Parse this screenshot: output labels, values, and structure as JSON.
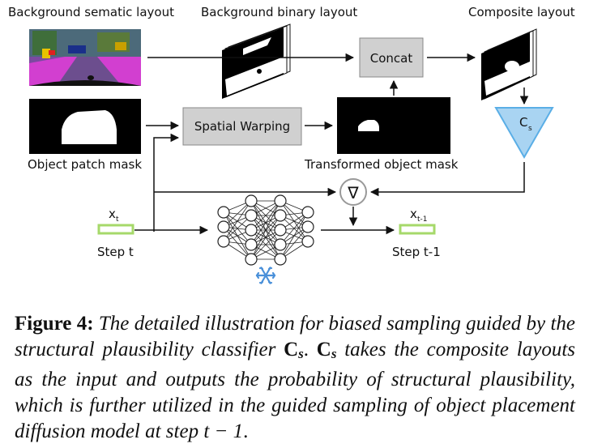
{
  "labels": {
    "bg_semantic": "Background sematic layout",
    "bg_binary": "Background binary layout",
    "composite": "Composite layout",
    "object_mask": "Object patch mask",
    "transformed_mask": "Transformed object mask",
    "concat": "Concat",
    "spatial_warping": "Spatial Warping",
    "classifier": "C",
    "classifier_sub": "s",
    "gradient": "∇",
    "xt": "x",
    "xt_sub": "t",
    "xt1": "x",
    "xt1_sub": "t-1",
    "step_t": "Step t",
    "step_t1": "Step t-1"
  },
  "icons": {
    "frozen": "snowflake-icon",
    "network": "neural-network-icon"
  },
  "colors": {
    "box_gray": "#d0d0d0",
    "classifier_blue": "#a9d4f2",
    "classifier_stroke": "#5aaee6",
    "step_green": "#a6d96a",
    "snowflake_blue": "#4a90d9"
  },
  "caption": {
    "figure": "Figure 4:",
    "text_1": "The detailed illustration for biased sampling guided by the structural plausibility classifier",
    "c_symbol": "C",
    "c_sub": "s",
    "dot": ".",
    "text_2": "takes the composite layouts as the input and outputs the probability of structural plausibility, which is further utilized in the guided sampling of object placement diffusion model at step",
    "step_expr": "t − 1",
    "end": "."
  }
}
